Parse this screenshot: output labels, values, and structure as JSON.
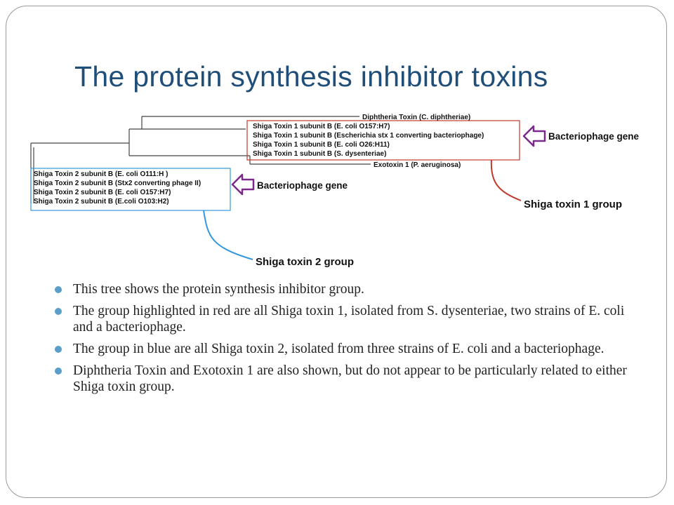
{
  "slide": {
    "title": "The protein synthesis inhibitor toxins"
  },
  "tree": {
    "outgroup_top": "Diphtheria Toxin (C. diphtheriae)",
    "stx1_leaves": [
      "Shiga Toxin 1 subunit B (E. coli O157:H7)",
      "Shiga Toxin 1 subunit B (Escherichia stx 1 converting bacteriophage)",
      "Shiga Toxin 1 subunit B (E. coli O26:H11)",
      "Shiga Toxin 1 subunit B (S. dysenteriae)"
    ],
    "outgroup_bottom": "Exotoxin 1 (P. aeruginosa)",
    "stx2_leaves": [
      "Shiga Toxin 2 subunit B (E. coli O111:H  )",
      "Shiga Toxin 2 subunit B (Stx2 converting phage II)",
      "Shiga Toxin 2 subunit B (E. coli O157:H7)",
      "Shiga Toxin 2 subunit B (E.coli O103:H2)"
    ],
    "callouts": {
      "phage_right": "Bacteriophage gene",
      "phage_left": "Bacteriophage gene",
      "group1": "Shiga toxin 1 group",
      "group2": "Shiga toxin 2 group"
    },
    "colors": {
      "group1": "#c0392b",
      "group2": "#3498db",
      "arrow": "#7b2a8a"
    }
  },
  "bullets": [
    "This tree shows the protein synthesis inhibitor group.",
    "The group highlighted in red are all Shiga toxin 1, isolated from S. dysenteriae, two strains of E. coli and a bacteriophage.",
    "The group in blue are all Shiga toxin 2, isolated from three strains of E. coli and a bacteriophage.",
    "Diphtheria Toxin and Exotoxin 1 are also shown, but do not appear to be particularly related to either Shiga toxin group."
  ]
}
